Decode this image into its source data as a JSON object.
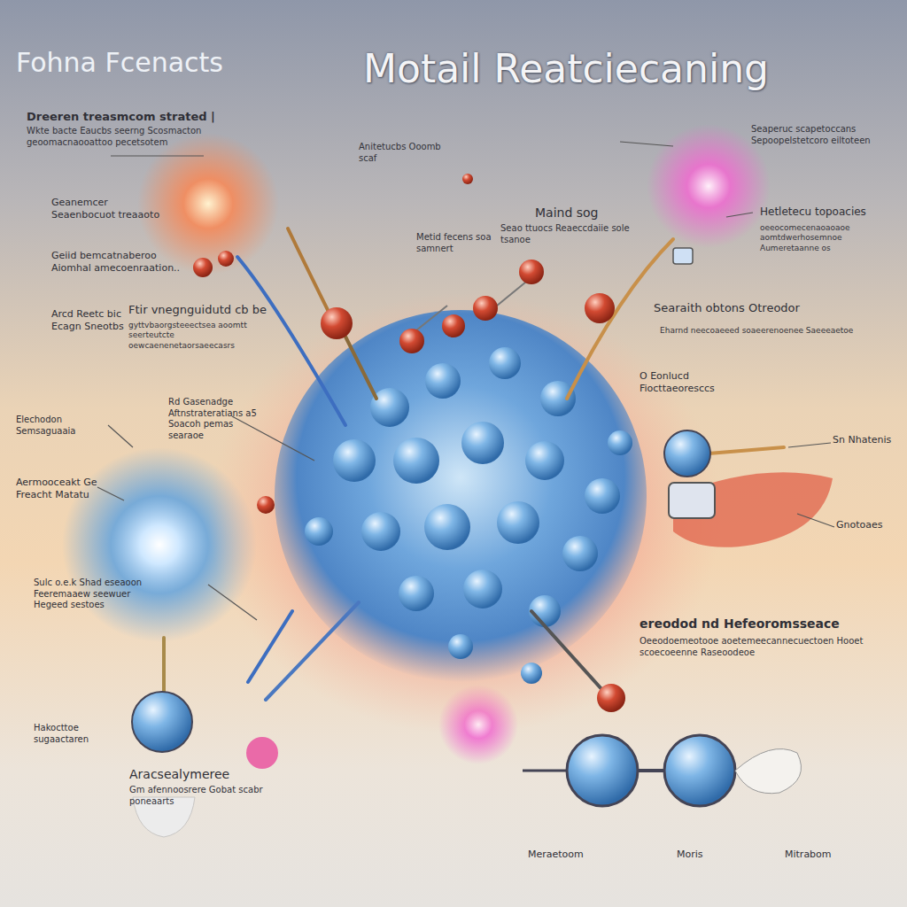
{
  "diagram": {
    "title": "Motail Reatciecaning",
    "labels": [
      "Fohna Fcenacts",
      "Dreeren treasmcom strated |",
      "Wkte bacte Eaucbs seerng Scosmacton geoomacnaooattoo pecetsotem",
      "Anitetucbs Ooomb scaf",
      "Seaperuc scapetoccans Sepoopelstetcoro eiltoteen",
      "Geanemcer Seaenbocuot treaaoto",
      "Metid fecens soa samnert",
      "Maind sog",
      "Seao ttuocs Reaeccdaiie sole tsanoe",
      "Hetletecu topoacies",
      "oeeocomecenaoaoaoe aomtdwerhosemnoe Aumeretaanne os",
      "Geiid bemcatnaberoo Aiomhal amecoenraation..",
      "Arcd Reetc bic Ecagn Sneotbs",
      "Ftir vnegnguidutd cb be",
      "gyttvbaorgsteeectsea aoomtt seerteutcte oewcaenenetaorsaeecasrs",
      "Searaith obtons Otreodor",
      "Eharnd neecoaeeed soaeerenoenee Saeeeaetoe",
      "O Eonlucd Fiocttaeoresccs",
      "Rd Gasenadge Aftnstrateratians a5 Soacoh pemas searaoe",
      "Elechodon Semsaguaaia",
      "Sn Nhatenis",
      "Aermooceakt Ge Freacht Matatu",
      "Sulc o.e.k Shad eseaoon Feeremaaew seewuer Hegeed sestoes",
      "Gnotoaes",
      "ereodod nd Hefeoromsseace",
      "Oeeodoemeotooe aoetemeecannecuectoen Hooet scoecoeenne Raseoodeoe",
      "Hakocttoe sugaactaren",
      "Aracsealymeree",
      "Gm afennoosrere Gobat scabr poneaarts",
      "Meraetoom",
      "Moris",
      "Mitrabom"
    ]
  }
}
